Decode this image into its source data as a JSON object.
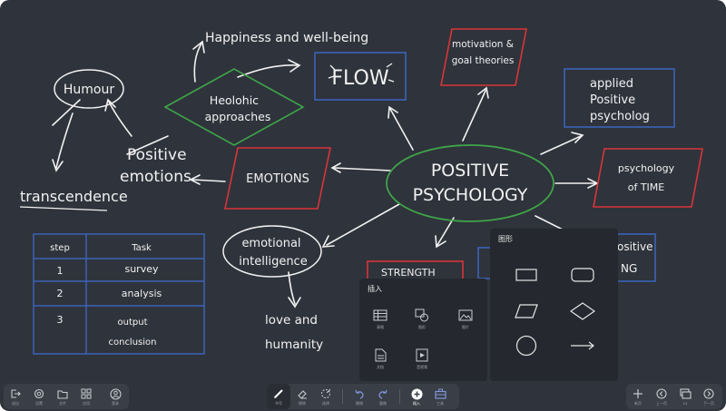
{
  "mindmap": {
    "center": [
      "POSITIVE",
      "PSYCHOLOGY"
    ],
    "happiness": "Happiness and well-being",
    "flow": "FLOW",
    "motivation": [
      "motivation &",
      "goal theories"
    ],
    "applied": [
      "applied",
      "Positive",
      "psycholog"
    ],
    "time": [
      "psychology",
      "of TIME"
    ],
    "humour": "Humour",
    "hedonic": [
      "Heolohic",
      "approaches"
    ],
    "positive_emotions": [
      "Positive",
      "emotions"
    ],
    "transcendence": "transcendence",
    "emotions": "EMOTIONS",
    "emotional_intelligence": [
      "emotional",
      "intelligence"
    ],
    "love": [
      "love and",
      "humanity"
    ],
    "strengths_partial": "STRENGTH",
    "right_partial": [
      "ositive",
      "NG"
    ]
  },
  "table": {
    "headers": [
      "step",
      "Task"
    ],
    "rows": [
      {
        "step": "1",
        "task": [
          "survey"
        ]
      },
      {
        "step": "2",
        "task": [
          "analysis"
        ]
      },
      {
        "step": "3",
        "task": [
          "output",
          "conclusion"
        ]
      }
    ]
  },
  "insert_panel": {
    "title": "插入",
    "items": [
      {
        "label": "表格",
        "icon": "table-icon"
      },
      {
        "label": "图形",
        "icon": "shapes-icon"
      },
      {
        "label": "图片",
        "icon": "image-icon"
      },
      {
        "label": "文档",
        "icon": "document-icon"
      },
      {
        "label": "音视频",
        "icon": "media-icon"
      }
    ]
  },
  "shapes_panel": {
    "title": "图形",
    "shapes": [
      "rectangle",
      "rounded-rectangle",
      "parallelogram",
      "diamond",
      "circle",
      "arrow"
    ]
  },
  "toolbar": {
    "left": [
      {
        "label": "退出",
        "icon": "exit-icon"
      },
      {
        "label": "设置",
        "icon": "settings-icon"
      },
      {
        "label": "文件",
        "icon": "folder-icon"
      },
      {
        "label": "应用",
        "icon": "apps-icon"
      },
      {
        "label": "登录",
        "icon": "user-icon"
      }
    ],
    "center": [
      {
        "label": "书写",
        "icon": "pen-icon"
      },
      {
        "label": "擦除",
        "icon": "eraser-icon"
      },
      {
        "label": "选择",
        "icon": "select-icon"
      },
      {
        "label": "撤销",
        "icon": "undo-icon"
      },
      {
        "label": "重做",
        "icon": "redo-icon"
      },
      {
        "label": "插入",
        "icon": "insert-icon"
      },
      {
        "label": "工具",
        "icon": "toolbox-icon"
      }
    ],
    "right": [
      {
        "label": "新页",
        "icon": "add-page-icon"
      },
      {
        "label": "上一页",
        "icon": "prev-page-icon"
      },
      {
        "label": "1/1",
        "icon": "pages-icon"
      },
      {
        "label": "下一页",
        "icon": "next-page-icon"
      }
    ]
  },
  "colors": {
    "board": "#2f333b",
    "green": "#3fa54a",
    "red": "#d8353a",
    "blue": "#3b63b8",
    "ink": "#f2f2f2"
  }
}
